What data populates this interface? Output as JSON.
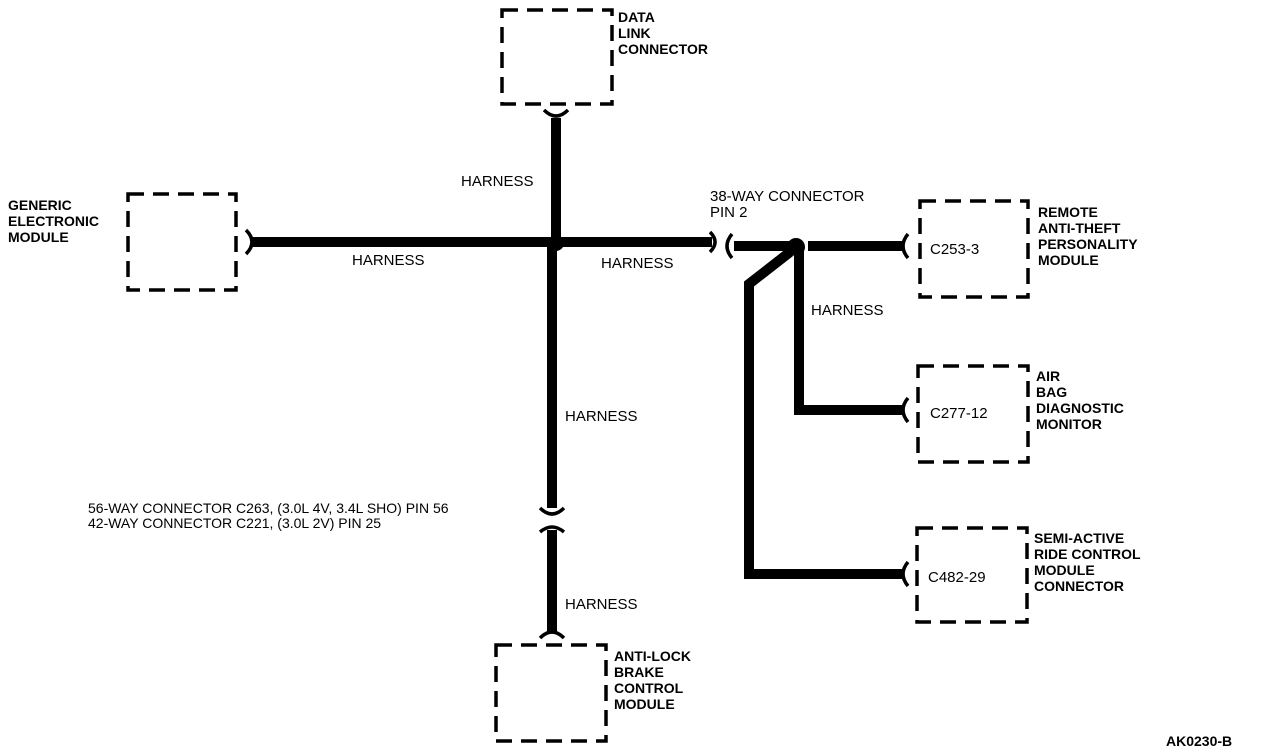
{
  "modules": {
    "data_link": [
      "DATA",
      "LINK",
      "CONNECTOR"
    ],
    "generic": [
      "GENERIC",
      "ELECTRONIC",
      "MODULE"
    ],
    "anti_theft": [
      "REMOTE",
      "ANTI-THEFT",
      "PERSONALITY",
      "MODULE"
    ],
    "air_bag": [
      "AIR",
      "BAG",
      "DIAGNOSTIC",
      "MONITOR"
    ],
    "semi_active": [
      "SEMI-ACTIVE",
      "RIDE CONTROL",
      "MODULE",
      "CONNECTOR"
    ],
    "abs": [
      "ANTI-LOCK",
      "BRAKE",
      "CONTROL",
      "MODULE"
    ]
  },
  "harness_label": "HARNESS",
  "connectors": {
    "c38_line1": "38-WAY CONNECTOR",
    "c38_line2": "PIN 2",
    "c56_line1": "56-WAY CONNECTOR C263, (3.0L 4V, 3.4L SHO) PIN 56",
    "c56_line2": "42-WAY CONNECTOR C221, (3.0L 2V) PIN 25",
    "c253": "C253-3",
    "c277": "C277-12",
    "c482": "C482-29"
  },
  "figure_id": "AK0230-B"
}
